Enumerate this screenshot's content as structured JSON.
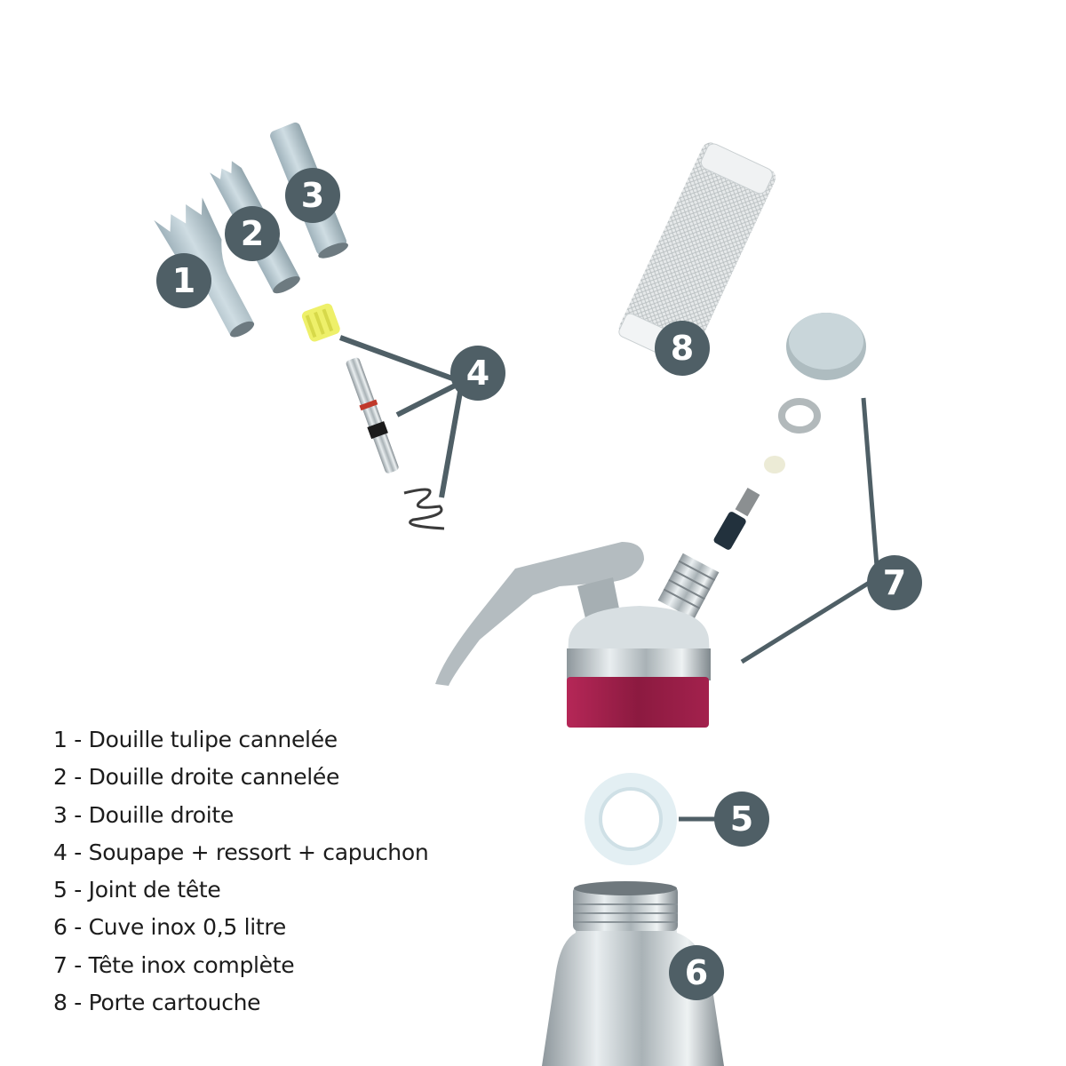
{
  "diagram": {
    "type": "exploded-parts",
    "subject": "Stainless steel whipped-cream siphon",
    "badge_color": "#4f5f66",
    "badge_text_color": "#ffffff",
    "accent_color": "#a01e4a"
  },
  "badges": [
    {
      "number": "1",
      "part": "Douille tulipe cannelée"
    },
    {
      "number": "2",
      "part": "Douille droite cannelée"
    },
    {
      "number": "3",
      "part": "Douille droite"
    },
    {
      "number": "4",
      "part": "Soupape + ressort + capuchon"
    },
    {
      "number": "5",
      "part": "Joint de tête"
    },
    {
      "number": "6",
      "part": "Cuve inox 0,5 litre"
    },
    {
      "number": "7",
      "part": "Tête inox complète"
    },
    {
      "number": "8",
      "part": "Porte cartouche"
    }
  ],
  "legend": {
    "items": [
      "1 - Douille tulipe cannelée",
      "2 - Douille droite cannelée",
      "3 - Douille droite",
      "4 - Soupape + ressort + capuchon",
      "5 - Joint de tête",
      "6 - Cuve inox 0,5 litre",
      "7 - Tête inox complète",
      "8 - Porte cartouche"
    ]
  }
}
